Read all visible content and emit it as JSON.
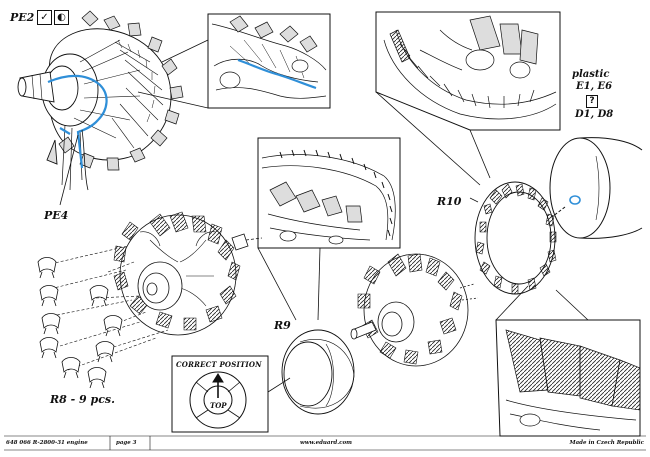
{
  "steps": {
    "pe2": "PE2",
    "pe4": "PE4",
    "r10": "R10",
    "r9": "R9",
    "r8": "R8 - 9 pcs."
  },
  "plastic": {
    "title": "plastic",
    "parts_a": "E1, E6",
    "unknown": "?",
    "parts_b": "D1, D8"
  },
  "correct_position": {
    "title": "CORRECT POSITION",
    "top_label": "TOP"
  },
  "footer": {
    "code": "648 066  R-2800-31 engine",
    "page": "page 3",
    "url": "www.eduard.com",
    "made": "Made in Czech Republic"
  },
  "icons": [
    "checkmark-icon",
    "bend-icon"
  ],
  "colors": {
    "highlight": "#2f8fd8",
    "line": "#111111"
  }
}
